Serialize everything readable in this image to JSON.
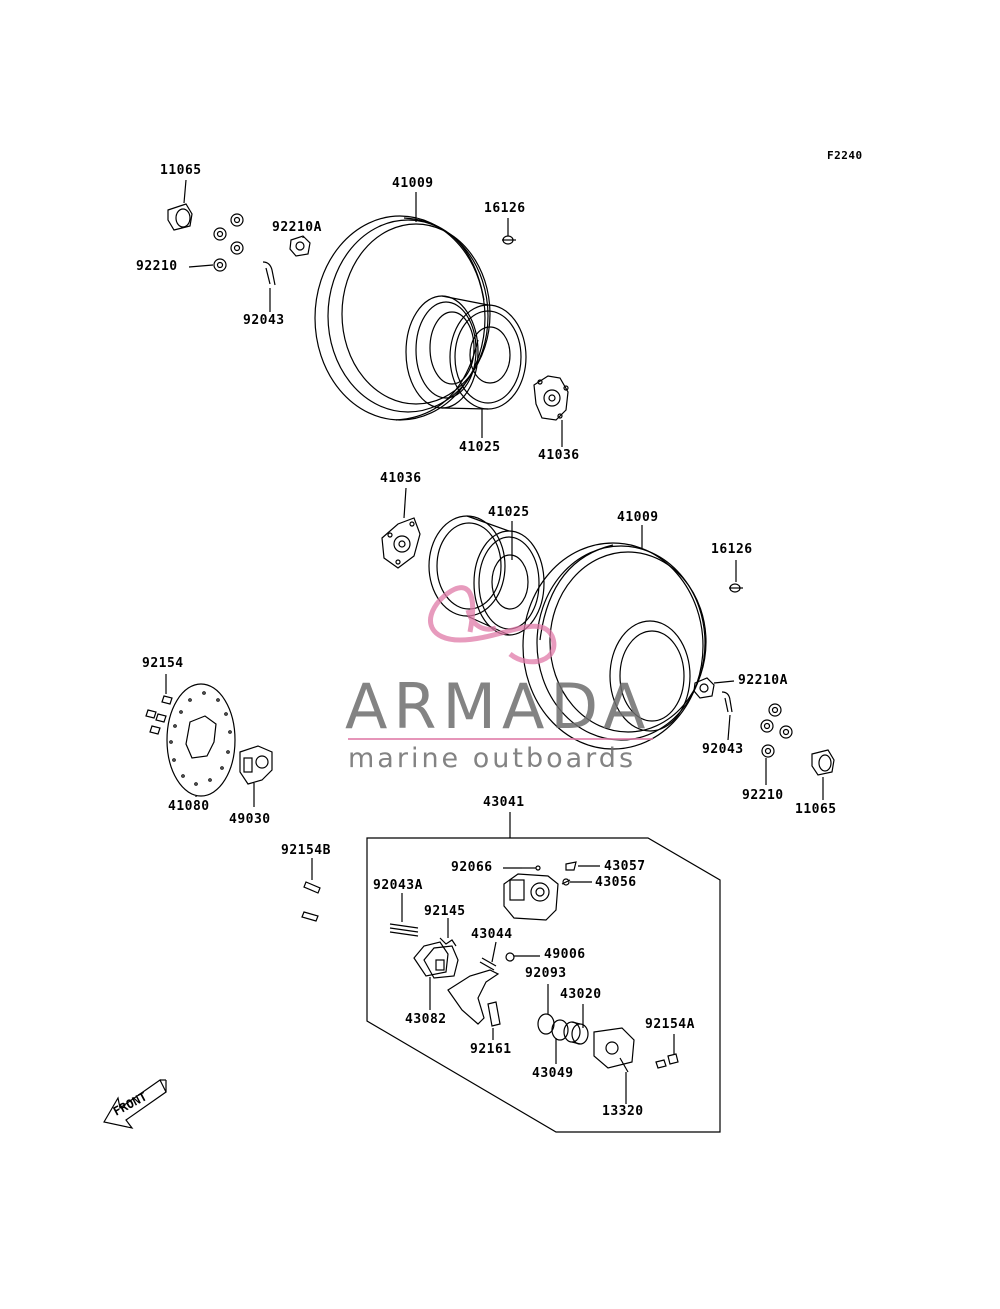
{
  "figure_id": "F2240",
  "watermark": {
    "title": "ARMADA",
    "subtitle": "marine outboards",
    "accent_color": "#e07aa8",
    "text_color": "#6e6e6e"
  },
  "front_indicator": "FRONT",
  "callouts": {
    "c01": "11065",
    "c02": "41009",
    "c03": "16126",
    "c04": "92210A",
    "c05": "92210",
    "c06": "92043",
    "c07": "41025",
    "c08": "41036",
    "c09": "41036",
    "c10": "41025",
    "c11": "41009",
    "c12": "16126",
    "c13": "92210A",
    "c14": "92043",
    "c15": "92210",
    "c16": "11065",
    "c17": "92154",
    "c18": "41080",
    "c19": "49030",
    "c20": "43041",
    "c21": "92154B",
    "c22": "92066",
    "c23": "43057",
    "c24": "43056",
    "c25": "92043A",
    "c26": "92145",
    "c27": "43044",
    "c28": "49006",
    "c29": "92093",
    "c30": "43020",
    "c31": "43082",
    "c32": "92161",
    "c33": "92154A",
    "c34": "43049",
    "c35": "13320"
  }
}
